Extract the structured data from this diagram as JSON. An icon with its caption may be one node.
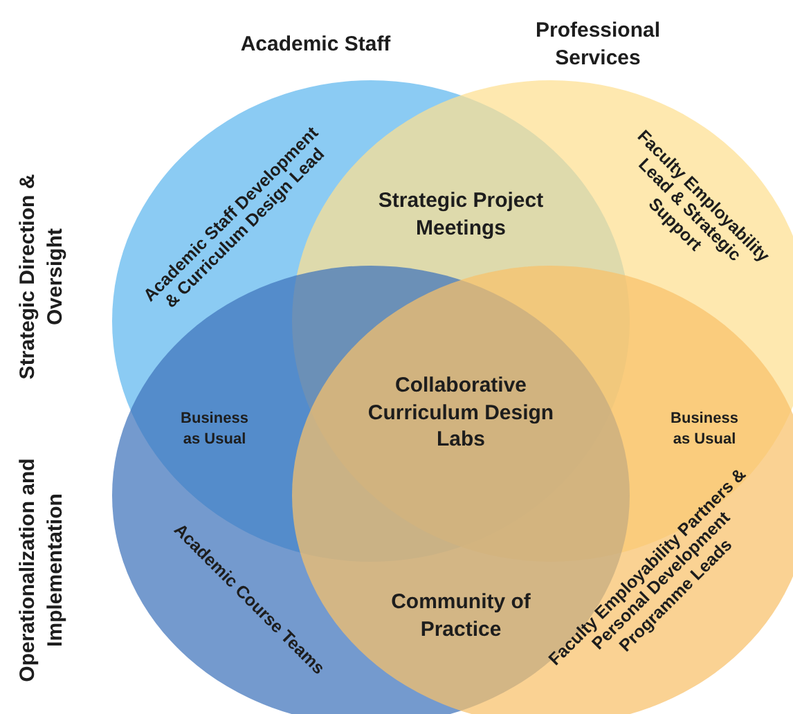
{
  "diagram": {
    "nodes": [
      {
        "text": [
          "Academic Staff Development & Curriculum Design Lead"
        ]
      },
      {
        "text": [
          "Faculty Employability Lead & Strategic Support"
        ]
      },
      {
        "text": [
          "Academic Course Teams"
        ]
      },
      {
        "text": [
          "Faculty Employability Partners & Personal Development Programme Leads"
        ]
      }
    ],
    "labels": [
      "Academic Staff",
      "Professional Services",
      "Strategic Direction & Oversight",
      "Strategic Project Meetings",
      "Collaborative Curriculum Design Labs",
      "Business as Usual",
      "Business as Usual",
      "Operationalization and Implementation",
      "Community of Practice"
    ]
  }
}
